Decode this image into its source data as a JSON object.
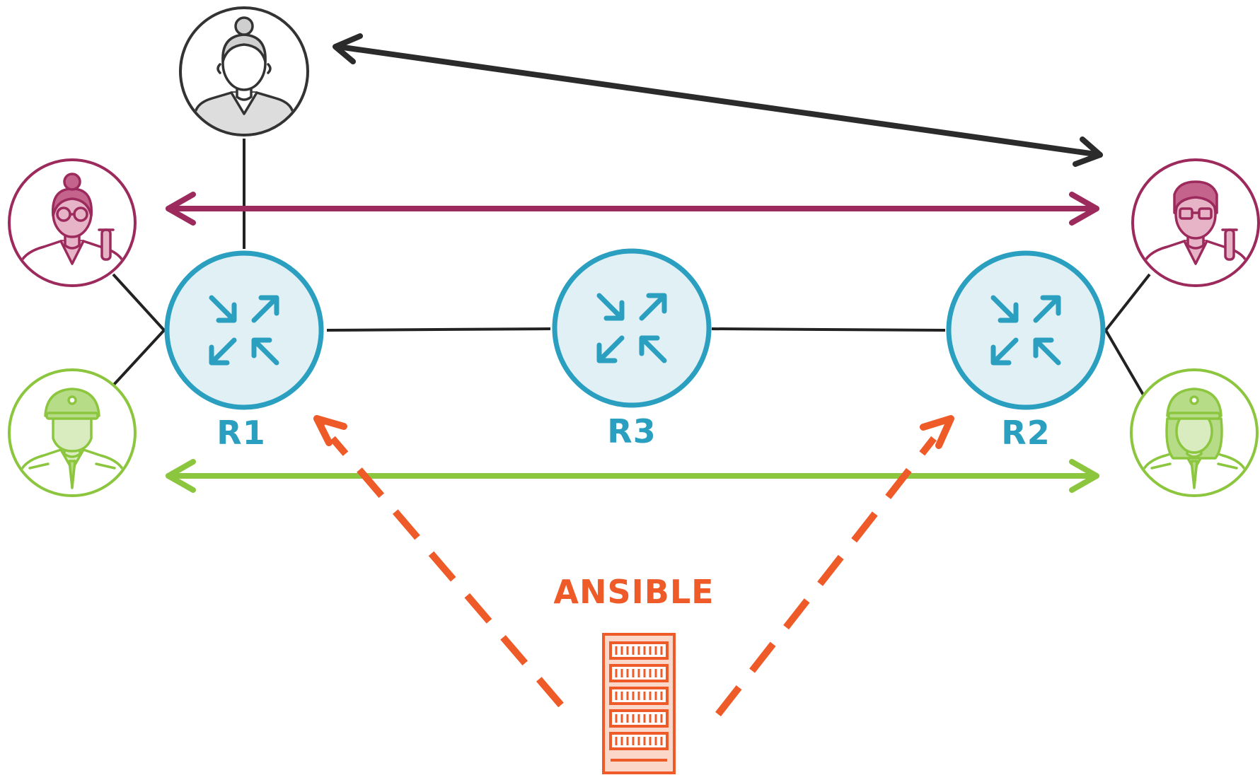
{
  "diagram": {
    "routers": [
      {
        "id": "r1",
        "label": "R1"
      },
      {
        "id": "r3",
        "label": "R3"
      },
      {
        "id": "r2",
        "label": "R2"
      }
    ],
    "ansible_label": "ANSIBLE",
    "people": [
      {
        "id": "admin",
        "kind": "manager-woman-avatar"
      },
      {
        "id": "scientist-left",
        "kind": "scientist-woman-avatar"
      },
      {
        "id": "scientist-right",
        "kind": "scientist-man-avatar"
      },
      {
        "id": "officer-left",
        "kind": "officer-man-avatar"
      },
      {
        "id": "officer-right",
        "kind": "officer-woman-avatar"
      }
    ],
    "icons": {
      "router": "router-icon",
      "server": "server-rack-icon"
    },
    "colors": {
      "router": "#2a9fc0",
      "router_fill": "#e0f0f5",
      "admin": "#333333",
      "scientist": "#9c2a5c",
      "officer": "#8cc63f",
      "ansible": "#ee5a28",
      "link": "#222222"
    }
  }
}
